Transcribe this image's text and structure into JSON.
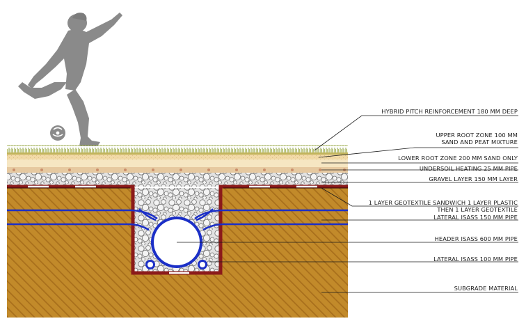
{
  "diagram": {
    "labels": [
      {
        "id": "hybrid",
        "lines": [
          "HYBRID PITCH REINFORCEMENT 180 MM DEEP"
        ]
      },
      {
        "id": "upper-root",
        "lines": [
          "UPPER ROOT ZONE 100 MM",
          "SAND AND PEAT MIXTURE"
        ]
      },
      {
        "id": "lower-root",
        "lines": [
          "LOWER ROOT ZONE 200 MM SAND ONLY"
        ]
      },
      {
        "id": "heating",
        "lines": [
          "UNDERSOIL HEATING 25 MM PIPE"
        ]
      },
      {
        "id": "gravel",
        "lines": [
          "GRAVEL LAYER 150 MM LAYER"
        ]
      },
      {
        "id": "geotextile",
        "lines": [
          "1 LAYER GEOTEXTILE SANDWICH 1 LAYER PLASTIC",
          "THEN 1 LAYER GEOTEXTILE"
        ]
      },
      {
        "id": "lateral-150",
        "lines": [
          "LATERAL ISASS 150 MM PIPE"
        ]
      },
      {
        "id": "header-600",
        "lines": [
          "HEADER ISASS 600 MM PIPE"
        ]
      },
      {
        "id": "lateral-100",
        "lines": [
          "LATERAL ISASS 100 MM PIPE"
        ]
      },
      {
        "id": "subgrade",
        "lines": [
          "SUBGRADE MATERIAL"
        ]
      }
    ],
    "colors": {
      "subgrade": "#c28a2a",
      "subgrade_hatch": "#a86f1c",
      "grass": "#9fae52",
      "upper_root": "#f1d9a6",
      "lower_root": "#f6e6c2",
      "heating_band": "#e6c9a0",
      "gravel_fill": "#dcdcdc",
      "gravel_stroke": "#6f6f6f",
      "geotextile": "#8b1a1a",
      "plastic": "#ffffff",
      "pipe": "#1b2fc7",
      "player": "#8a8a8a",
      "background": "#ffffff"
    },
    "icons": [
      "footballer-silhouette",
      "football-icon"
    ]
  }
}
